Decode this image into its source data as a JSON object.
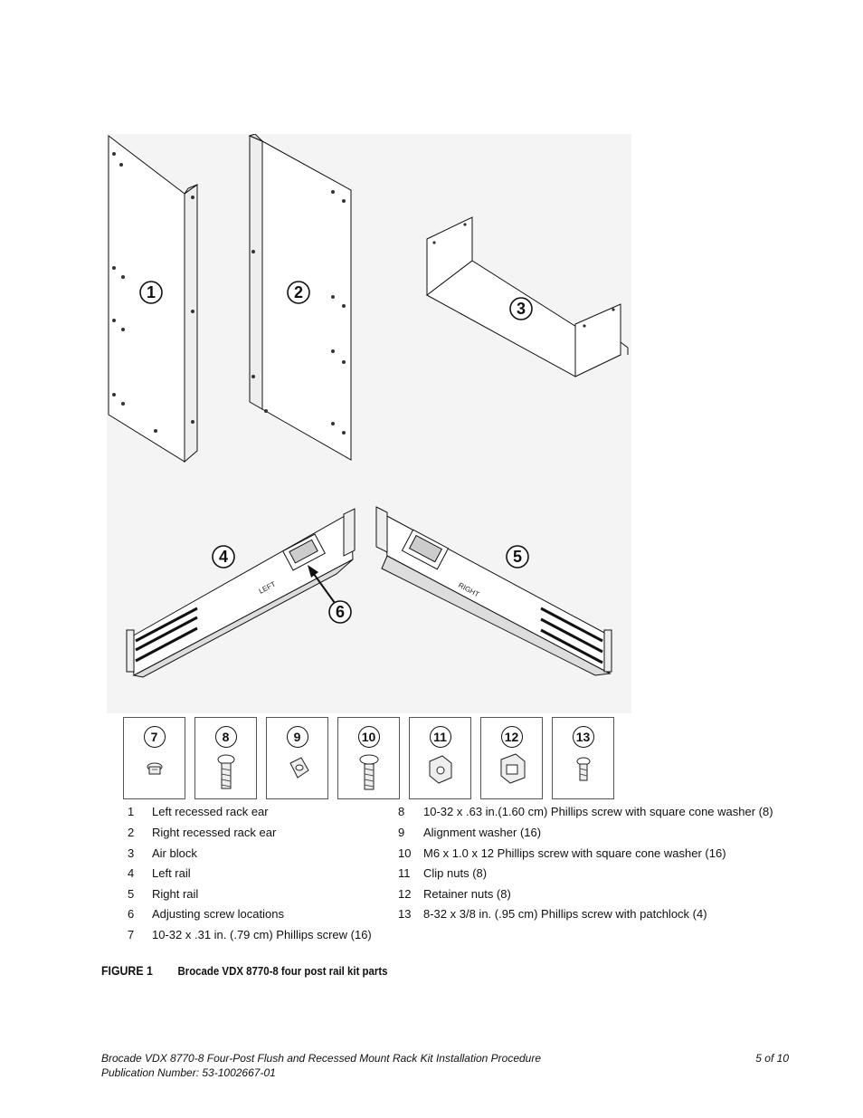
{
  "callouts": [
    "1",
    "2",
    "3",
    "4",
    "5",
    "6"
  ],
  "rail_labels": {
    "left": "LEFT",
    "right": "RIGHT"
  },
  "hardware": [
    {
      "number": "7"
    },
    {
      "number": "8"
    },
    {
      "number": "9"
    },
    {
      "number": "10"
    },
    {
      "number": "11"
    },
    {
      "number": "12"
    },
    {
      "number": "13"
    }
  ],
  "parts_left": [
    {
      "number": "1",
      "description": "Left recessed rack ear"
    },
    {
      "number": "2",
      "description": "Right recessed rack ear"
    },
    {
      "number": "3",
      "description": "Air block"
    },
    {
      "number": "4",
      "description": "Left rail"
    },
    {
      "number": "5",
      "description": "Right rail"
    },
    {
      "number": "6",
      "description": "Adjusting screw locations"
    },
    {
      "number": "7",
      "description": "10-32 x .31 in. (.79 cm) Phillips screw (16)"
    }
  ],
  "parts_right": [
    {
      "number": "8",
      "description": "10-32 x .63 in.(1.60 cm) Phillips screw with square cone washer (8)"
    },
    {
      "number": "9",
      "description": "Alignment washer (16)"
    },
    {
      "number": "10",
      "description": "M6 x 1.0 x 12 Phillips screw with square cone washer (16)"
    },
    {
      "number": "11",
      "description": "Clip nuts (8)"
    },
    {
      "number": "12",
      "description": "Retainer nuts (8)"
    },
    {
      "number": "13",
      "description": "8-32 x 3/8 in. (.95 cm) Phillips screw with patchlock (4)"
    }
  ],
  "figure": {
    "label": "FIGURE 1",
    "title": "Brocade VDX 8770-8 four post rail kit parts"
  },
  "footer": {
    "doc_title": "Brocade VDX 8770-8 Four-Post Flush and Recessed Mount Rack Kit Installation Procedure",
    "page": "5 of 10",
    "publication": "Publication Number: 53-1002667-01"
  }
}
